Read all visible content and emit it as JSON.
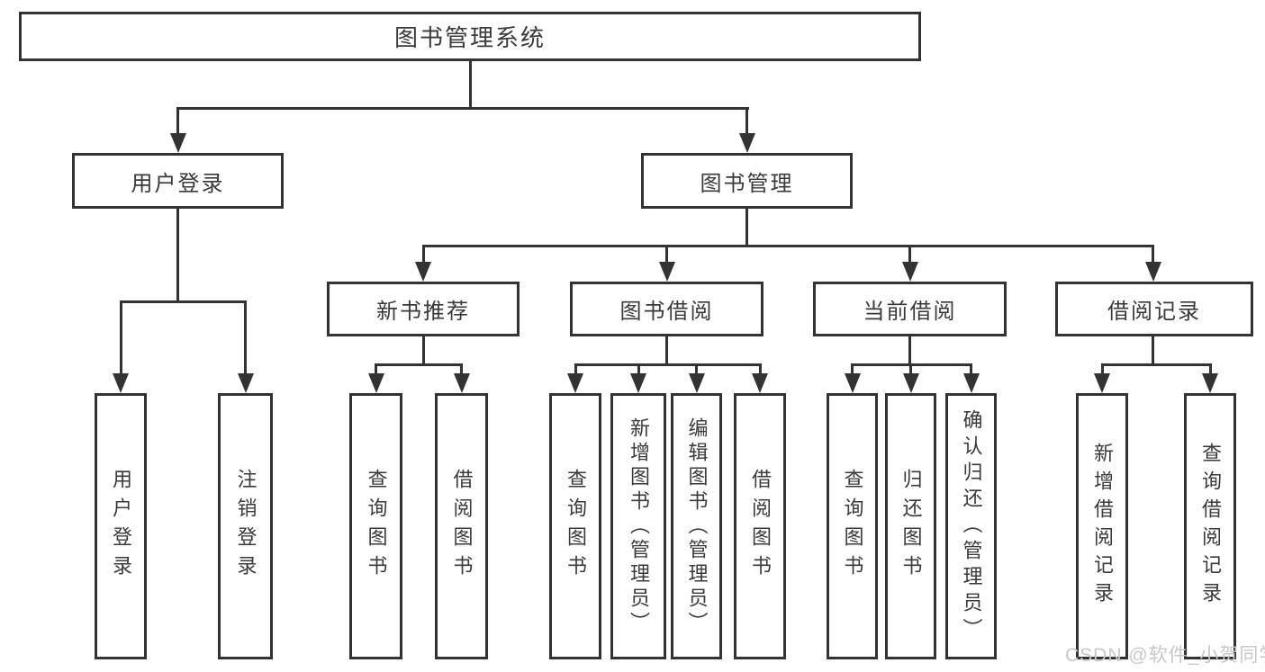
{
  "diagram": {
    "tree": {
      "root": {
        "label": "图书管理系统",
        "children": [
          {
            "label": "用户登录",
            "children": [
              {
                "label": "用户登录"
              },
              {
                "label": "注销登录"
              }
            ]
          },
          {
            "label": "图书管理",
            "children": [
              {
                "label": "新书推荐",
                "children": [
                  {
                    "label": "查询图书"
                  },
                  {
                    "label": "借阅图书"
                  }
                ]
              },
              {
                "label": "图书借阅",
                "children": [
                  {
                    "label": "查询图书"
                  },
                  {
                    "label": "新增图书（管理员）"
                  },
                  {
                    "label": "编辑图书（管理员）"
                  },
                  {
                    "label": "借阅图书"
                  }
                ]
              },
              {
                "label": "当前借阅",
                "children": [
                  {
                    "label": "查询图书"
                  },
                  {
                    "label": "归还图书"
                  },
                  {
                    "label": "确认归还（管理员）"
                  }
                ]
              },
              {
                "label": "借阅记录",
                "children": [
                  {
                    "label": "新增借阅记录"
                  },
                  {
                    "label": "查询借阅记录"
                  }
                ]
              }
            ]
          }
        ]
      }
    },
    "watermark": "CSDN @软件_小贺同学",
    "colors": {
      "line": "#333333",
      "text": "#3a3a3a",
      "background": "#ffffff",
      "watermark": "#c8c8c8"
    }
  }
}
